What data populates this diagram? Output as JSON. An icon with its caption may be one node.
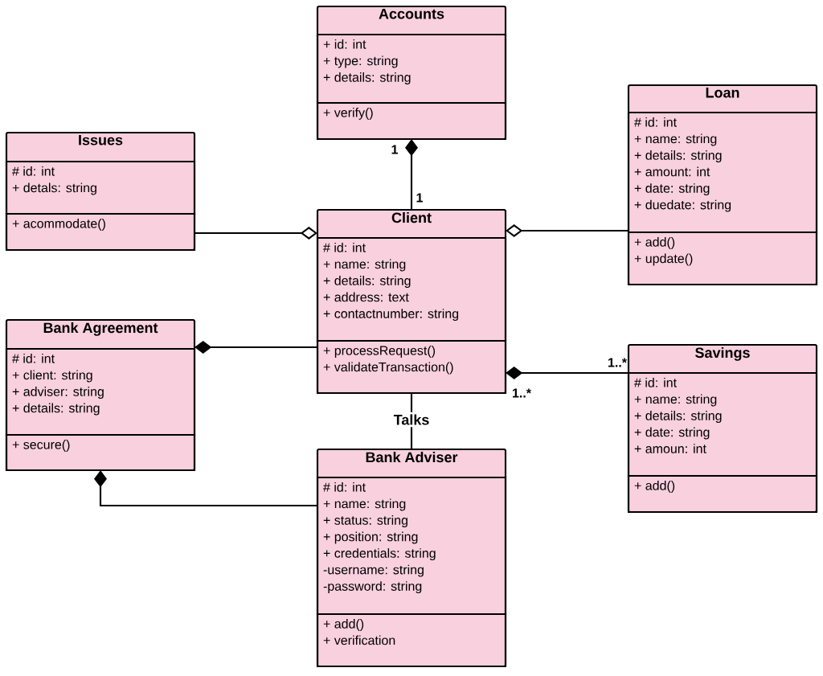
{
  "diagram": {
    "nodes": [
      {
        "text": [
          "Accounts"
        ]
      },
      {
        "text": [
          "+ id: int",
          "+ type: string",
          "+ details: string"
        ],
        "in": 0
      },
      {
        "text": [
          "+ verify()"
        ],
        "in": 0
      },
      {
        "text": [
          "Loan"
        ]
      },
      {
        "text": [
          "# id: int",
          "+ name: string",
          "+ details: string",
          "+ amount: int",
          "+ date: string",
          "+ duedate: string"
        ],
        "in": 3
      },
      {
        "text": [
          "+ add()",
          "+ update()"
        ],
        "in": 3
      },
      {
        "text": [
          "Issues"
        ]
      },
      {
        "text": [
          "# id: int",
          "+ detals: string"
        ],
        "in": 6
      },
      {
        "text": [
          "+ acommodate()"
        ],
        "in": 6
      },
      {
        "text": [
          "Client"
        ]
      },
      {
        "text": [
          "# id: int",
          "+ name: string",
          "+ details: string",
          "+ address: text",
          "+ contactnumber: string"
        ],
        "in": 9
      },
      {
        "text": [
          "+ processRequest()",
          "+ validateTransaction()"
        ],
        "in": 9
      },
      {
        "text": [
          "Bank Agreement"
        ]
      },
      {
        "text": [
          "# id: int",
          "+ client: string",
          "+ adviser: string",
          "+ details: string"
        ],
        "in": 12
      },
      {
        "text": [
          "+ secure()"
        ],
        "in": 12
      },
      {
        "text": [
          "Savings"
        ]
      },
      {
        "text": [
          "# id: int",
          "+ name: string",
          "+ details: string",
          "+ date: string",
          "+ amoun: int"
        ],
        "in": 15
      },
      {
        "text": [
          "+ add()"
        ],
        "in": 15
      },
      {
        "text": [
          "Bank Adviser"
        ]
      },
      {
        "text": [
          "# id: int",
          "+ name: string",
          "+ status: string",
          "+ position: string",
          "+ credentials: string",
          "-username: string",
          "-password: string"
        ],
        "in": 18
      },
      {
        "text": [
          "+ add()",
          "+ verification"
        ],
        "in": 18
      }
    ],
    "edges": [
      {
        "from": 0,
        "to": 9,
        "arrow": "other"
      },
      {
        "from": 9,
        "to": 6,
        "arrow": "other"
      },
      {
        "from": 9,
        "to": 3,
        "arrow": "other"
      },
      {
        "from": 12,
        "to": 9,
        "arrow": "other"
      },
      {
        "from": 9,
        "to": 15,
        "arrow": "other"
      },
      {
        "from": 9,
        "to": 18,
        "arrow": "none",
        "label": "Talks"
      },
      {
        "from": 12,
        "to": 18,
        "arrow": "other"
      }
    ],
    "labels": [
      "1",
      "1",
      "1..*",
      "1..*"
    ]
  }
}
